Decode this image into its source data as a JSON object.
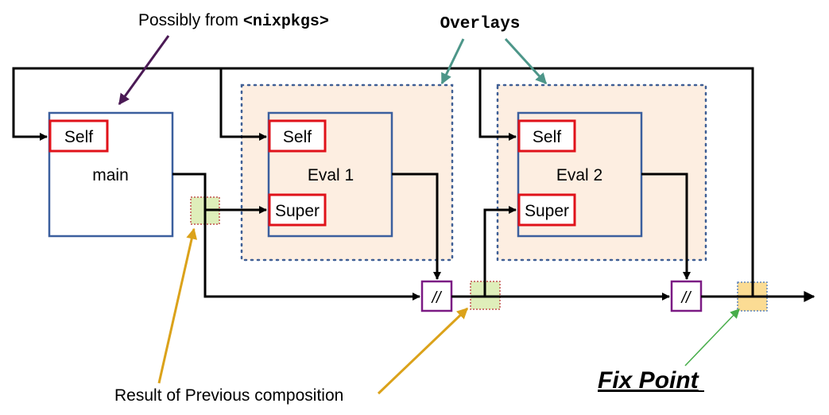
{
  "labels": {
    "possibly_prefix": "Possibly from ",
    "possibly_code": "<nixpkgs>",
    "overlays": "Overlays",
    "main": "main",
    "self": "Self",
    "super": "Super",
    "eval1": "Eval 1",
    "eval2": "Eval 2",
    "merge": "//",
    "result": "Result of Previous composition",
    "fixpoint": "Fix Point"
  },
  "colors": {
    "box_border": "#3b5f9e",
    "self_border": "#e0121a",
    "overlay_fill": "#fdeee1",
    "overlay_border": "#3f5f95",
    "merge_border": "#7b1a84",
    "intermediate_fill": "#dfeeba",
    "intermediate_border": "#c0504d",
    "fixpoint_fill": "#fbdc94",
    "fixpoint_border": "#5f84b9",
    "arrow_purple": "#4b1a55",
    "arrow_teal": "#4d9689",
    "arrow_orange": "#dba21a",
    "arrow_green": "#47ad4a"
  }
}
